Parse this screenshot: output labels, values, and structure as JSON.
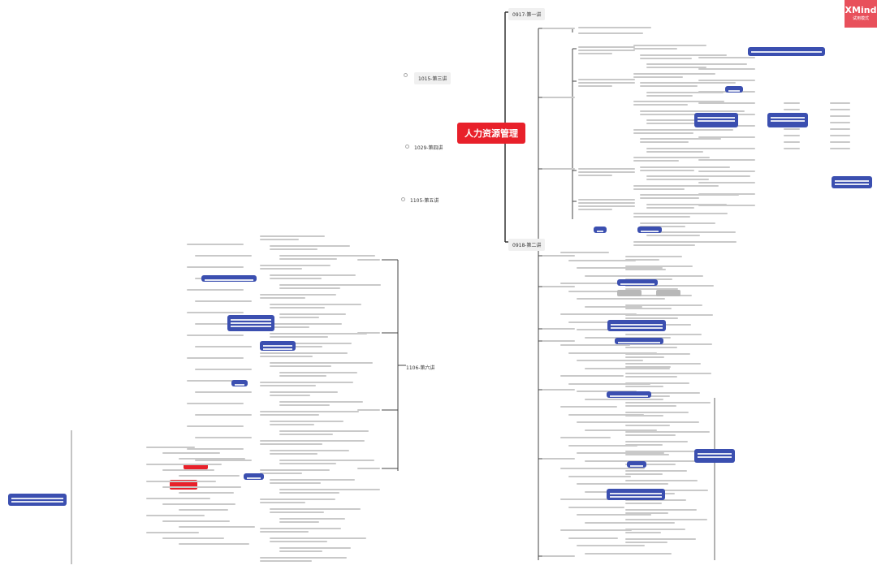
{
  "watermark": {
    "brand": "XMind",
    "mode": "试用模式"
  },
  "central_topic": "人力资源管理",
  "sessions": [
    {
      "label": "0917-第一讲"
    },
    {
      "label": "0918-第二讲"
    },
    {
      "label": "1015-第三讲"
    },
    {
      "label": "1029-第四讲"
    },
    {
      "label": "1105-第五讲"
    },
    {
      "label": "1106-第六讲"
    }
  ],
  "colors": {
    "central": "#e8202a",
    "callout": "#3b4fb0",
    "watermark": "#e8505b",
    "connector": "#333333"
  }
}
